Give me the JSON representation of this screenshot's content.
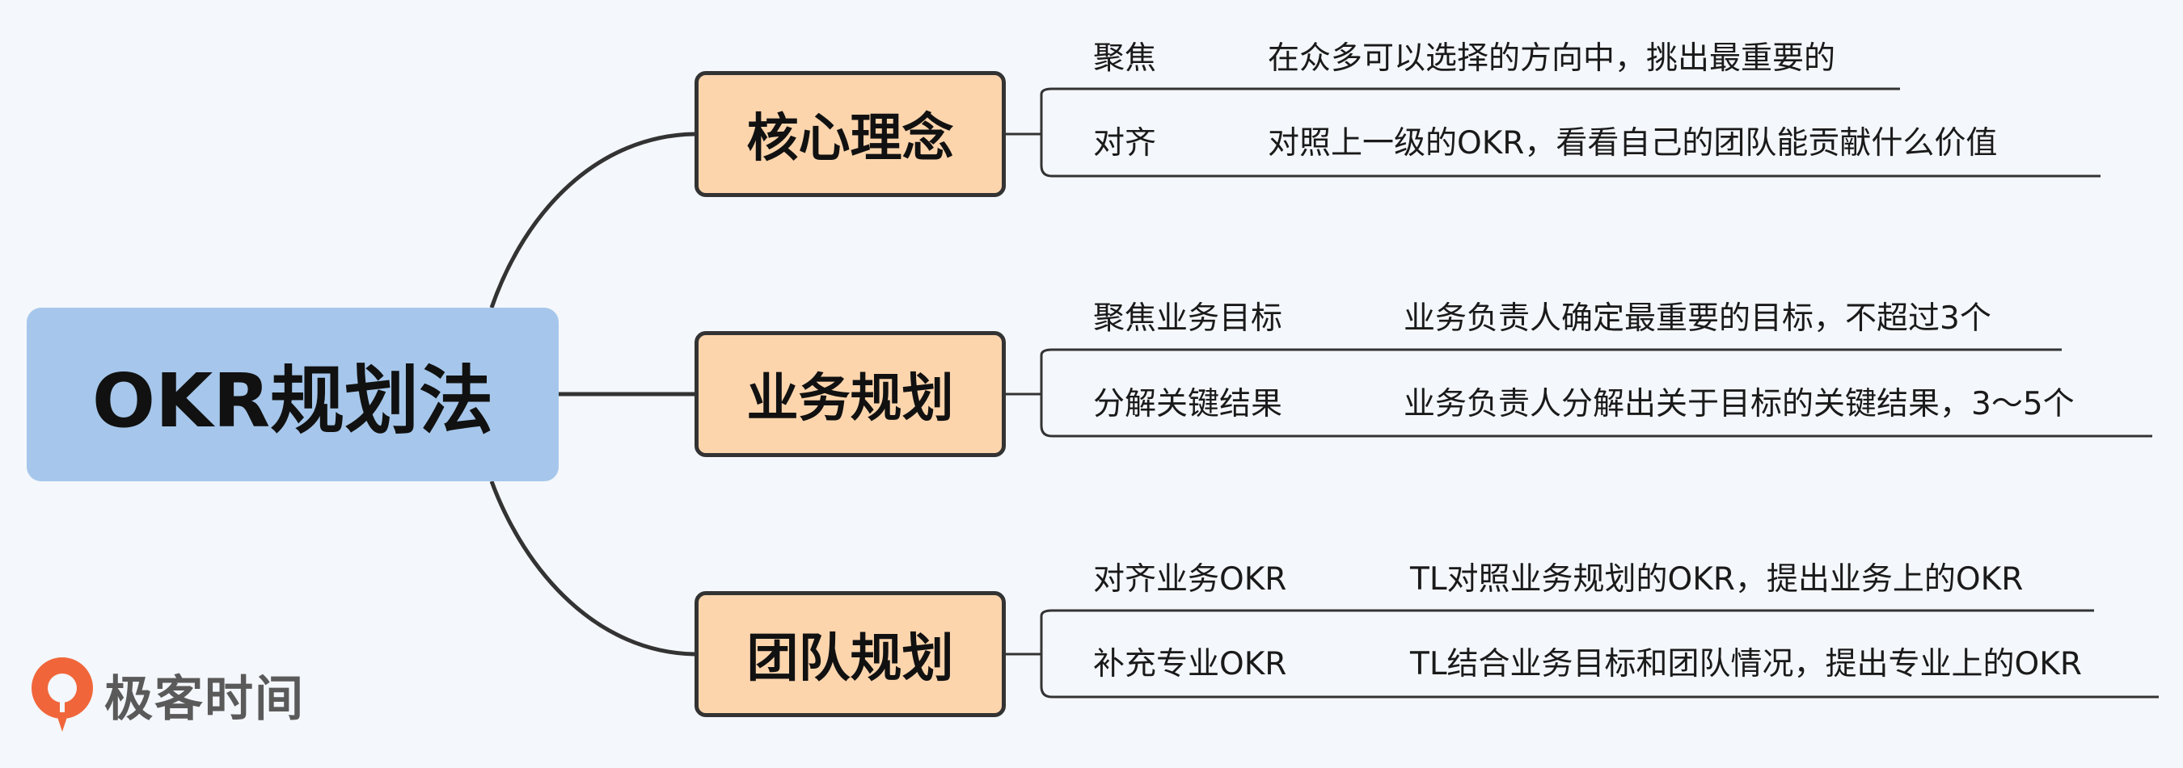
{
  "root": {
    "label": "OKR规划法"
  },
  "branches": [
    {
      "label": "核心理念",
      "items": [
        {
          "name": "聚焦",
          "desc": "在众多可以选择的方向中，挑出最重要的"
        },
        {
          "name": "对齐",
          "desc": "对照上一级的OKR，看看自己的团队能贡献什么价值"
        }
      ]
    },
    {
      "label": "业务规划",
      "items": [
        {
          "name": "聚焦业务目标",
          "desc": "业务负责人确定最重要的目标，不超过3个"
        },
        {
          "name": "分解关键结果",
          "desc": "业务负责人分解出关于目标的关键结果，3～5个"
        }
      ]
    },
    {
      "label": "团队规划",
      "items": [
        {
          "name": "对齐业务OKR",
          "desc": "TL对照业务规划的OKR，提出业务上的OKR"
        },
        {
          "name": "补充专业OKR",
          "desc": "TL结合业务目标和团队情况，提出专业上的OKR"
        }
      ]
    }
  ],
  "logo": {
    "text": "极客时间",
    "icon": "geektime-logo-icon",
    "color": "#f0663a"
  },
  "colors": {
    "root": "#a6c7eb",
    "branch": "#fdd5ad",
    "line": "#333333",
    "background": "#f4f7fb"
  }
}
